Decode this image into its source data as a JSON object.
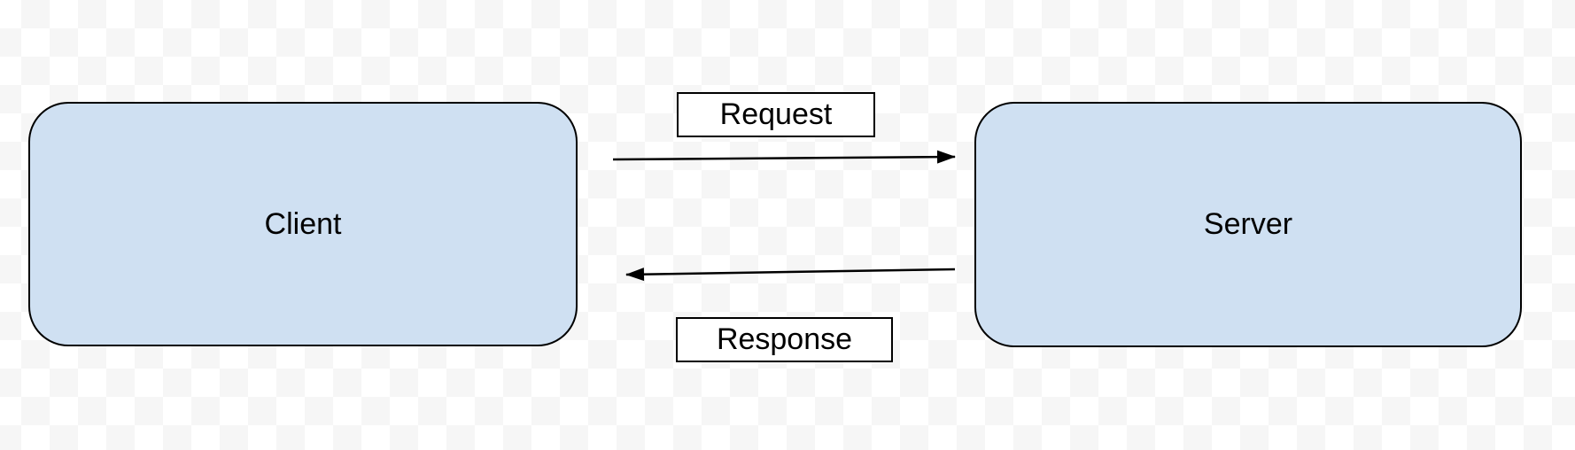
{
  "colors": {
    "node_fill": "#cfe0f2",
    "node_border": "#000000",
    "label_bg": "#ffffff",
    "label_border": "#000000",
    "arrow": "#000000",
    "checker_light": "#ffffff",
    "checker_gray": "#f6f6f6"
  },
  "nodes": [
    {
      "id": "client",
      "label": "Client"
    },
    {
      "id": "server",
      "label": "Server"
    }
  ],
  "edges": [
    {
      "id": "request",
      "label": "Request",
      "direction": "client-to-server"
    },
    {
      "id": "response",
      "label": "Response",
      "direction": "server-to-client"
    }
  ]
}
